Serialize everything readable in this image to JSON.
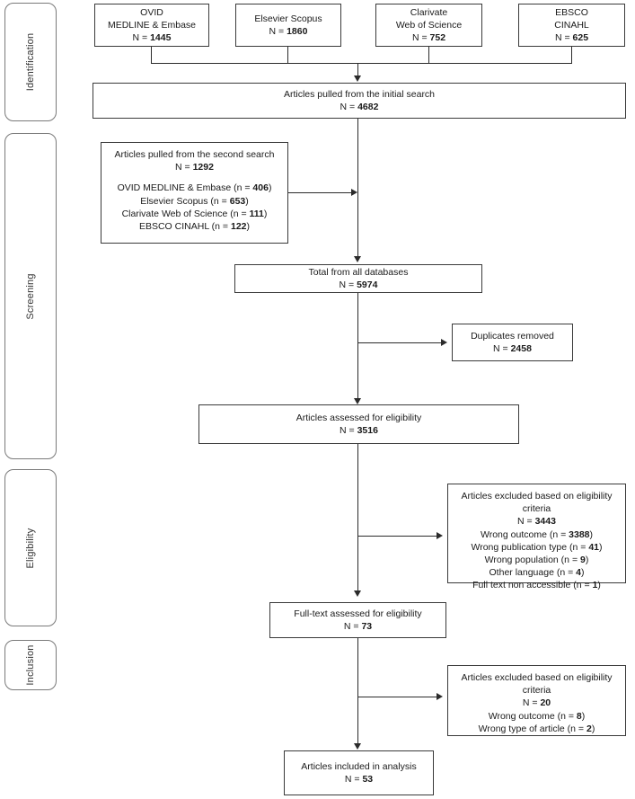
{
  "stages": [
    {
      "label": "Identification"
    },
    {
      "label": "Screening"
    },
    {
      "label": "Eligibility"
    },
    {
      "label": "Inclusion"
    }
  ],
  "sources": [
    {
      "name": "OVID",
      "name2": "MEDLINE & Embase",
      "count_label": "N = ",
      "count": "1445"
    },
    {
      "name": "Elsevier Scopus",
      "name2": "",
      "count_label": "N = ",
      "count": "1860"
    },
    {
      "name": "Clarivate",
      "name2": "Web of Science",
      "count_label": "N = ",
      "count": "752"
    },
    {
      "name": "EBSCO",
      "name2": "CINAHL",
      "count_label": "N = ",
      "count": "625"
    }
  ],
  "initial_search": {
    "title": "Articles pulled from the initial search",
    "count_label": "N = ",
    "count": "4682"
  },
  "second_search": {
    "title": "Articles pulled from the second search",
    "count_label": "N = ",
    "count": "1292",
    "breakdown": [
      {
        "label": "OVID MEDLINE & Embase (n = ",
        "value": "406",
        "close": ")"
      },
      {
        "label": "Elsevier Scopus (n = ",
        "value": "653",
        "close": ")"
      },
      {
        "label": "Clarivate Web of Science (n = ",
        "value": "111",
        "close": ")"
      },
      {
        "label": "EBSCO CINAHL (n = ",
        "value": "122",
        "close": ")"
      }
    ]
  },
  "total_databases": {
    "title": "Total from all databases",
    "count_label": "N = ",
    "count": "5974"
  },
  "duplicates": {
    "title": "Duplicates removed",
    "count_label": "N = ",
    "count": "2458"
  },
  "assessed_eligibility": {
    "title": "Articles assessed for eligibility",
    "count_label": "N = ",
    "count": "3516"
  },
  "excluded_first": {
    "title_line1": "Articles excluded based on eligibility",
    "title_line2": "criteria",
    "count_label": "N = ",
    "count": "3443",
    "reasons": [
      {
        "label": "Wrong outcome (n = ",
        "value": "3388",
        "close": ")"
      },
      {
        "label": "Wrong publication type (n = ",
        "value": "41",
        "close": ")"
      },
      {
        "label": "Wrong population (n = ",
        "value": "9",
        "close": ")"
      },
      {
        "label": "Other language (n = ",
        "value": "4",
        "close": ")"
      },
      {
        "label": "Full text non accessible (n = ",
        "value": "1",
        "close": ")"
      }
    ]
  },
  "full_text": {
    "title": "Full-text assessed for eligibility",
    "count_label": "N = ",
    "count": "73"
  },
  "excluded_second": {
    "title_line1": "Articles excluded based on eligibility",
    "title_line2": "criteria",
    "count_label": "N = ",
    "count": "20",
    "reasons": [
      {
        "label": "Wrong outcome (n = ",
        "value": "8",
        "close": ")"
      },
      {
        "label": "Wrong type of article (n = ",
        "value": "2",
        "close": ")"
      }
    ]
  },
  "included": {
    "title": "Articles included in analysis",
    "count_label": "N = ",
    "count": "53"
  },
  "colors": {
    "box_border": "#3a3a3a",
    "stage_border": "#7a7a7a",
    "line": "#2b2b2b",
    "background": "#ffffff"
  }
}
